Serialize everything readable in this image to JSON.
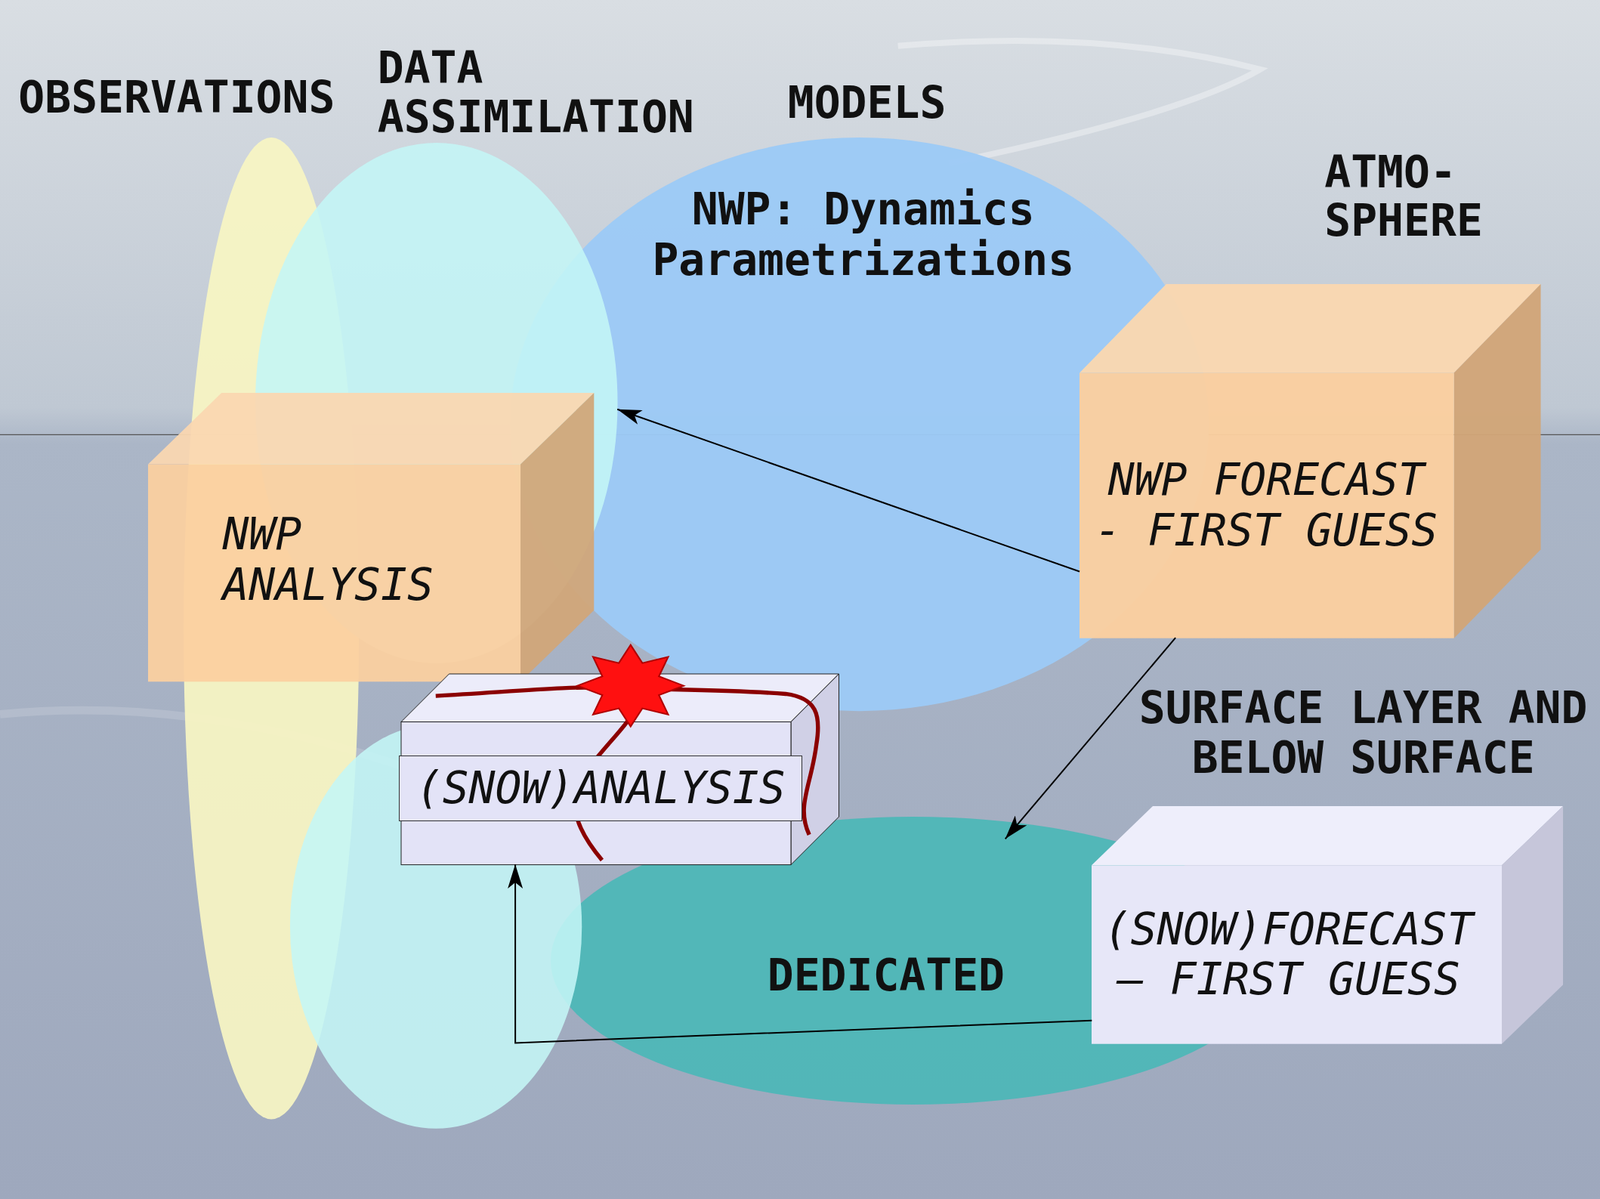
{
  "diagram": {
    "nodes": [
      {
        "text": [
          "OBSERVATIONS"
        ]
      },
      {
        "text": [
          "DATA ASSIMILATION"
        ]
      },
      {
        "text": [
          "NWP: Dynamics Parametrizations"
        ]
      },
      {
        "text": [
          "NWP ANALYSIS"
        ]
      },
      {
        "text": [
          "NWP FORECAST - FIRST GUESS"
        ]
      },
      {
        "text": [
          "(SNOW)ANALYSIS"
        ]
      },
      {
        "text": [
          "DEDICATED"
        ]
      },
      {
        "text": [
          "(SNOW)FORECAST – FIRST GUESS"
        ]
      }
    ],
    "edges": [
      {
        "from": 4,
        "to": 1,
        "arrow": "to"
      },
      {
        "from": 4,
        "to": 6,
        "arrow": "to"
      },
      {
        "from": 7,
        "to": 5,
        "arrow": "to"
      }
    ],
    "labels": [
      "MODELS",
      "ATMO- SPHERE",
      "SURFACE LAYER AND BELOW SURFACE"
    ]
  }
}
